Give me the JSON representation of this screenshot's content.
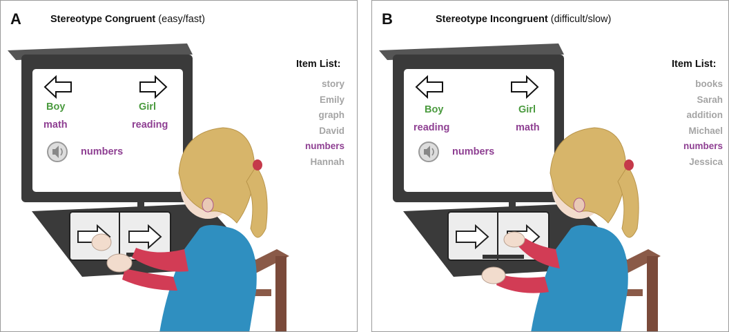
{
  "panels": [
    {
      "letter": "A",
      "title_bold": "Stereotype Congruent",
      "title_rest": "(easy/fast)",
      "left_category": "Boy",
      "right_category": "Girl",
      "left_attribute": "math",
      "right_attribute": "reading",
      "stimulus_word": "numbers",
      "item_list_header": "Item List:",
      "item_list": [
        "story",
        "Emily",
        "graph",
        "David",
        "numbers",
        "Hannah"
      ],
      "highlighted_item": "numbers",
      "pressed_key": "left"
    },
    {
      "letter": "B",
      "title_bold": "Stereotype Incongruent",
      "title_rest": "(difficult/slow)",
      "left_category": "Boy",
      "right_category": "Girl",
      "left_attribute": "reading",
      "right_attribute": "math",
      "stimulus_word": "numbers",
      "item_list_header": "Item List:",
      "item_list": [
        "books",
        "Sarah",
        "addition",
        "Michael",
        "numbers",
        "Jessica"
      ],
      "highlighted_item": "numbers",
      "pressed_key": "right"
    }
  ],
  "colors": {
    "category": "#4a9a3e",
    "attribute": "#8e3f92",
    "list_item": "#a4a4a4",
    "monitor": "#3a3a3a",
    "hair": "#d7b56a",
    "shirt": "#2f8fc0",
    "sleeve": "#d23c55",
    "chair": "#8a5a48"
  }
}
